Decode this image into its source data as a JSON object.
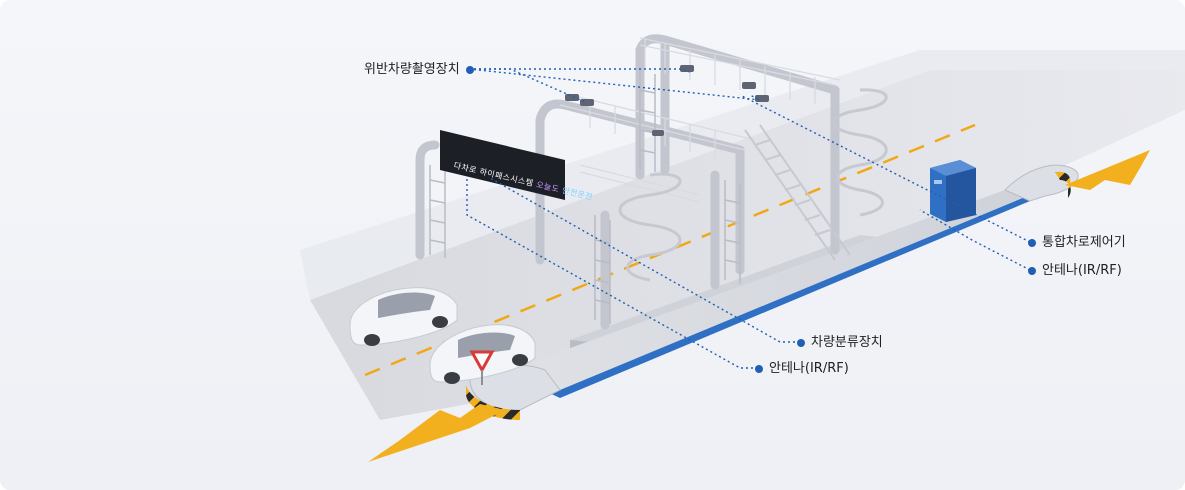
{
  "labels": {
    "violation_camera": "위반차량촬영장치",
    "lane_controller": "통합차로제어기",
    "antenna_right": "안테나(IR/RF)",
    "vehicle_classifier": "차량분류장치",
    "antenna_bottom": "안테나(IR/RF)"
  },
  "sign": {
    "part1": "다차로 하이패스시스템",
    "part2": "오늘도",
    "part3": "안전운전"
  },
  "colors": {
    "accent": "#1f5fb4",
    "lane_stripe": "#f0a818",
    "island_blue": "#2f6fc4",
    "hazard_yellow": "#f2b01e",
    "steel": "#c9ccd4"
  }
}
